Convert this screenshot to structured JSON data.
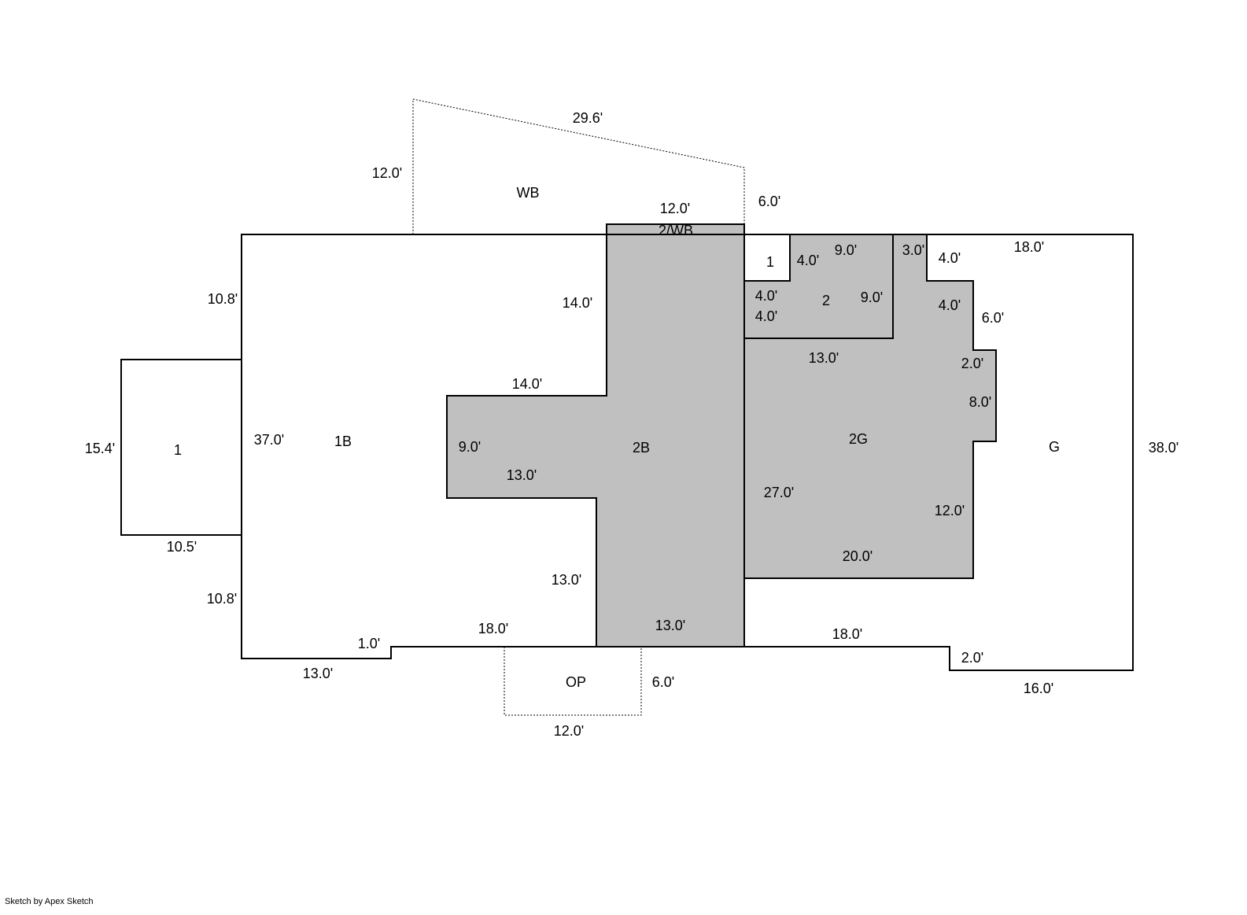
{
  "colors": {
    "line": "#000000",
    "fill_shaded": "#c0c0c0",
    "background": "#ffffff"
  },
  "areas": {
    "wb": "WB",
    "two_wb": "2/WB",
    "one_left": "1",
    "one_b": "1B",
    "two_b": "2B",
    "one_small": "1",
    "two": "2",
    "two_g": "2G",
    "g": "G",
    "op": "OP"
  },
  "dimensions": {
    "wb_top": "29.6'",
    "wb_left": "12.0'",
    "wb_right": "6.0'",
    "two_wb_top": "12.0'",
    "one_b_upper_left": "10.8'",
    "one_b_lower_left": "10.8'",
    "one_left_side": "15.4'",
    "one_left_bottom": "10.5'",
    "one_b_height": "37.0'",
    "two_b_upper": "14.0'",
    "two_b_arm_top": "14.0'",
    "two_b_arm_left": "9.0'",
    "two_b_arm_bottom": "13.0'",
    "two_b_lower": "13.0'",
    "two_b_bottom": "13.0'",
    "one_b_bottom_left": "13.0'",
    "one_b_step": "1.0'",
    "one_b_bottom_mid": "18.0'",
    "op_right": "6.0'",
    "op_bottom": "12.0'",
    "one_small_right": "4.0'",
    "two_top": "9.0'",
    "two_right": "9.0'",
    "two_left_a": "4.0'",
    "two_left_b": "4.0'",
    "two_g_top_notch": "3.0'",
    "two_g_notch_side": "4.0'",
    "two_g_notch_right": "4.0'",
    "two_g_right_a": "6.0'",
    "two_g_bump_top": "2.0'",
    "two_g_bump_side": "8.0'",
    "two_g_upper": "13.0'",
    "two_g_left": "27.0'",
    "two_g_right_b": "12.0'",
    "two_g_bottom": "20.0'",
    "g_top": "18.0'",
    "g_right": "38.0'",
    "g_bottom_left": "18.0'",
    "g_step": "2.0'",
    "g_bottom_right": "16.0'"
  },
  "footer": {
    "credit": "Sketch by Apex Sketch"
  }
}
